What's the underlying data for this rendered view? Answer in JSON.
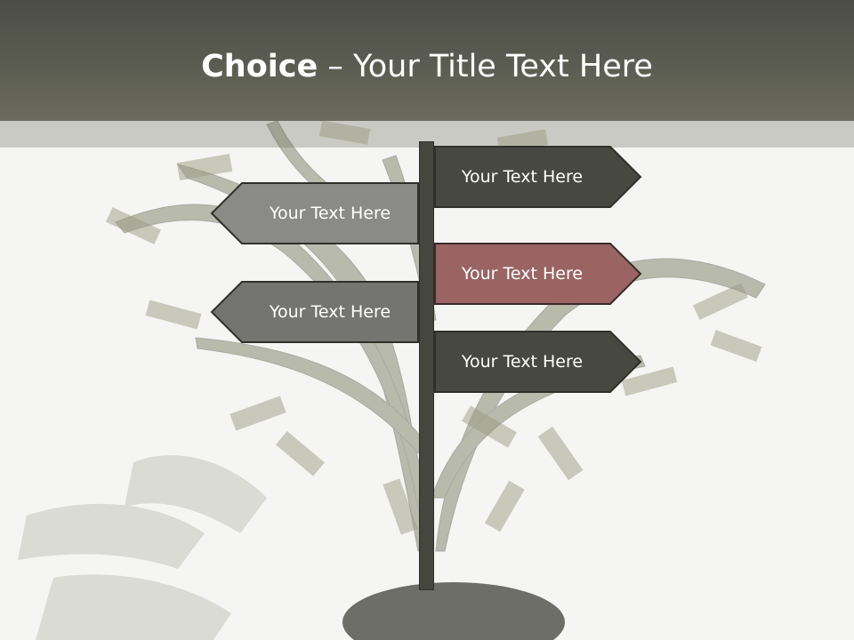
{
  "slide": {
    "title_bold": "Choice",
    "title_rest": " – Your Title Text Here"
  },
  "signs": [
    {
      "label": "Your Text Here",
      "direction": "right",
      "color": "#47483f"
    },
    {
      "label": "Your Text Here",
      "direction": "left",
      "color": "#8a8a86"
    },
    {
      "label": "Your Text Here",
      "direction": "right",
      "color": "#9a6464"
    },
    {
      "label": "Your Text Here",
      "direction": "left",
      "color": "#747470"
    },
    {
      "label": "Your Text Here",
      "direction": "right",
      "color": "#47483f"
    }
  ]
}
